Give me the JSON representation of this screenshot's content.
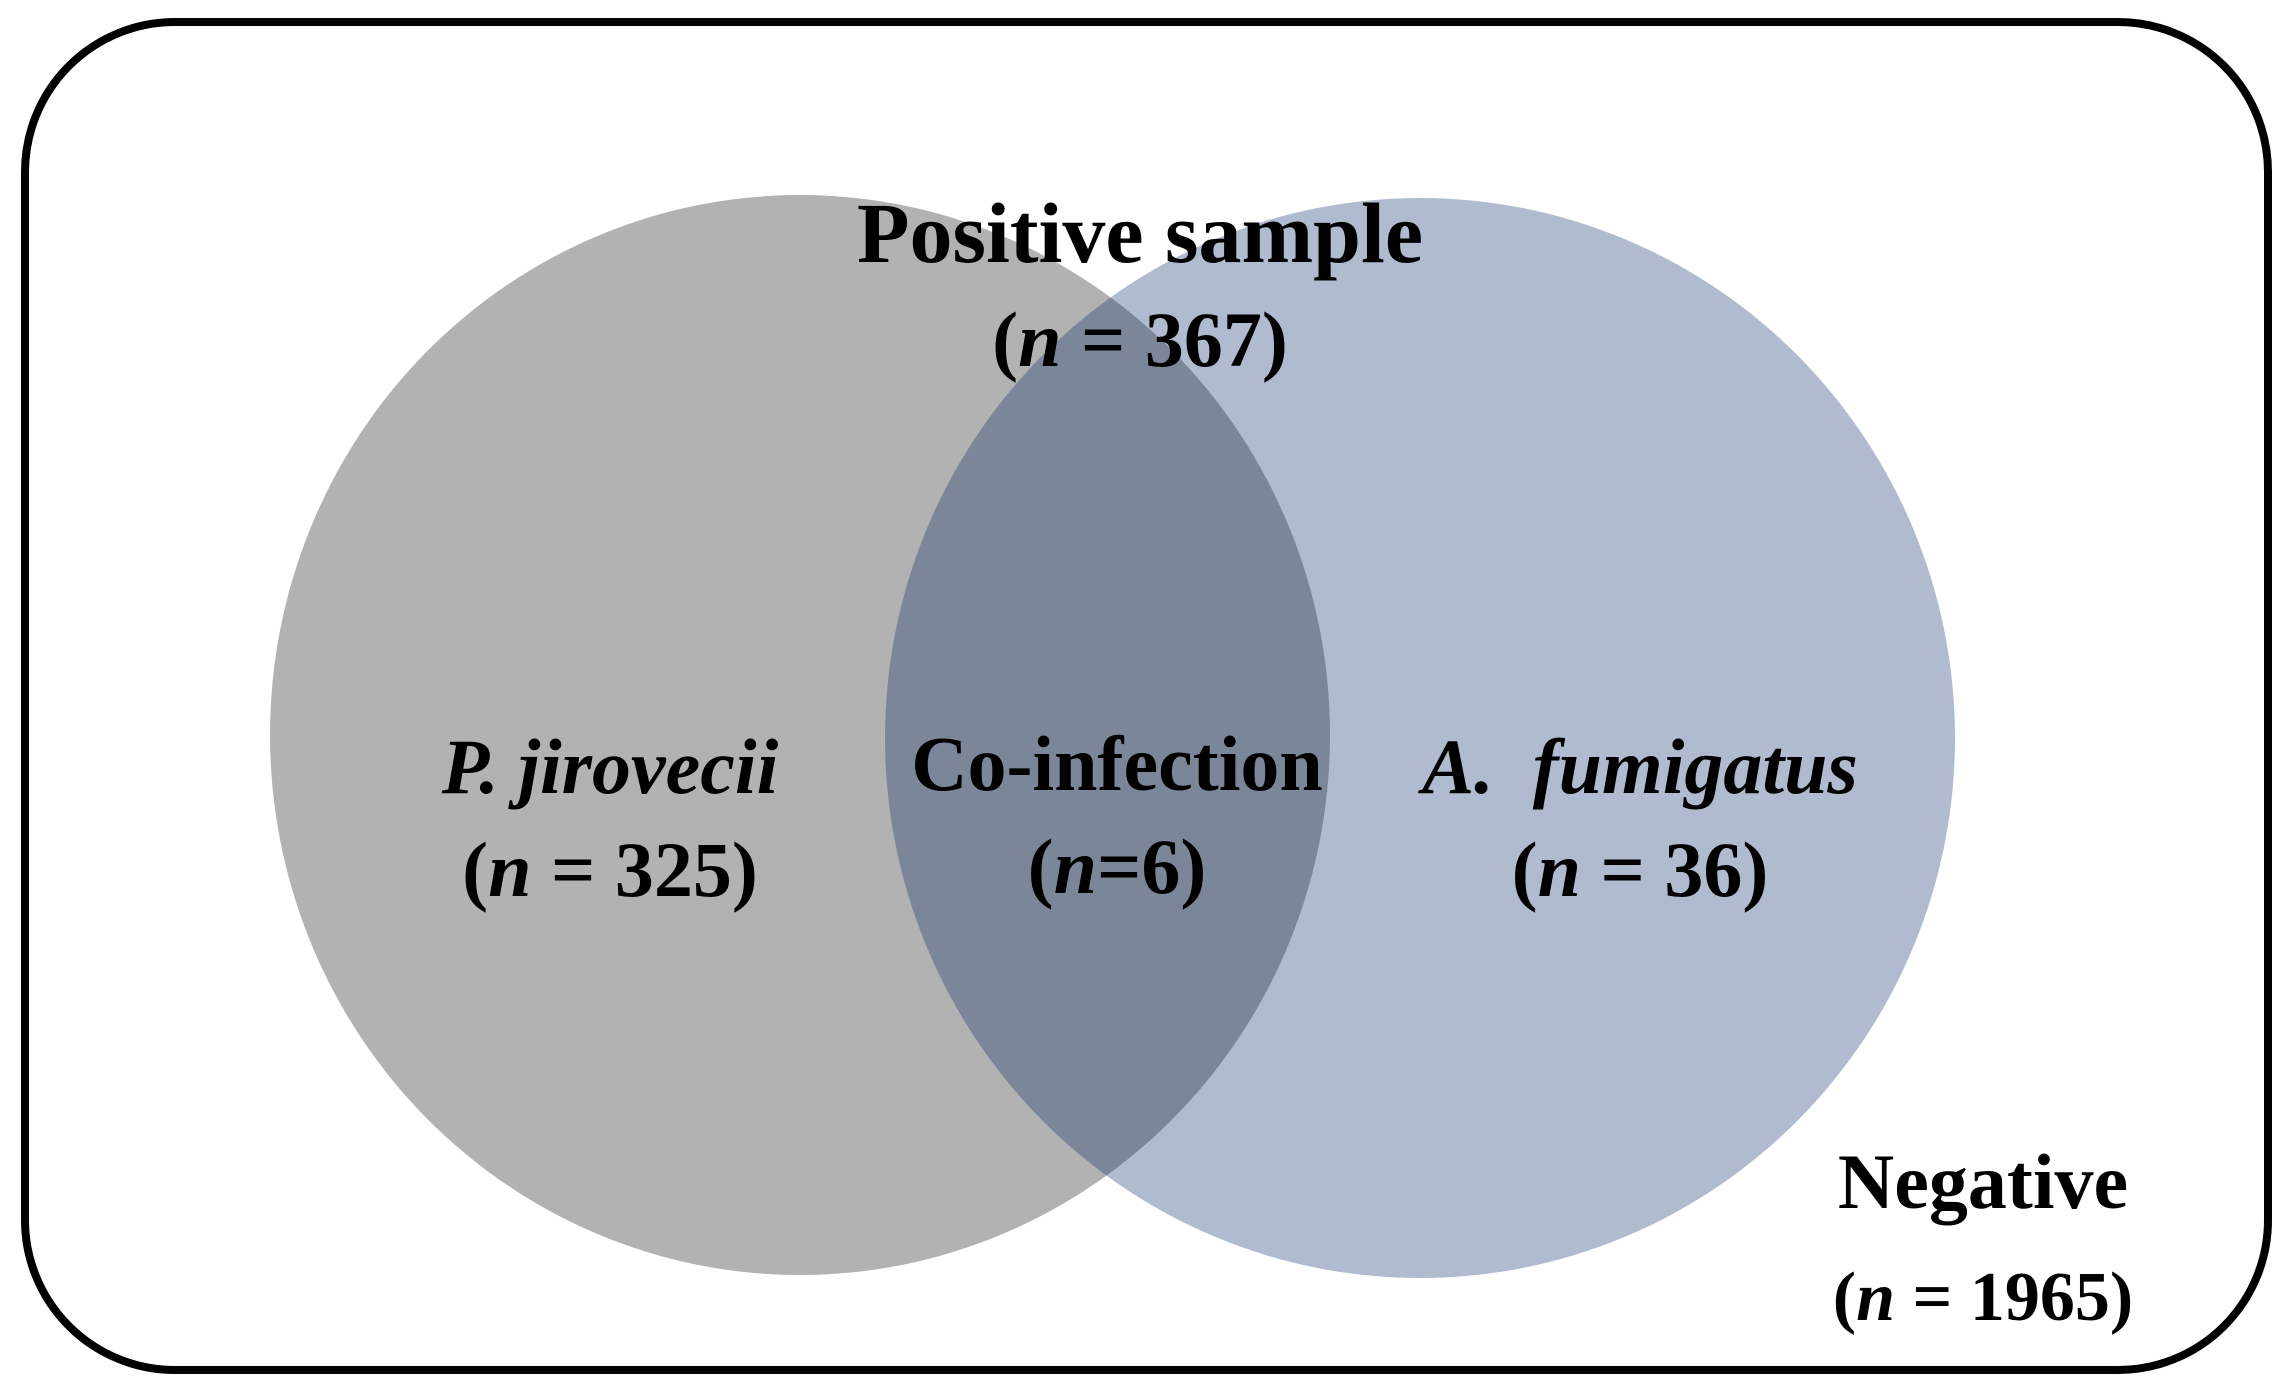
{
  "colors": {
    "background": "#ffffff",
    "frame": "#000000",
    "left_circle": "#b2b2b2",
    "right_circle": "#b0bbd0",
    "overlap": "#7c8699",
    "text": "#000000"
  },
  "diagram": {
    "type": "venn",
    "positive": {
      "title": "Positive sample",
      "n_open": "(",
      "n_symbol": "n",
      "n_rest": " = 367)"
    },
    "left_set": {
      "name": "P. jirovecii",
      "n_open": "(",
      "n_symbol": "n",
      "n_rest": " = 325)"
    },
    "overlap": {
      "name": "Co-infection",
      "n_open": "(",
      "n_symbol": "n",
      "n_rest": "=6)"
    },
    "right_set": {
      "name": "A.  fumigatus",
      "n_open": "(",
      "n_symbol": "n",
      "n_rest": " = 36)"
    },
    "negative": {
      "title": "Negative",
      "n_open": "(",
      "n_symbol": "n",
      "n_rest": " = 1965)"
    }
  }
}
